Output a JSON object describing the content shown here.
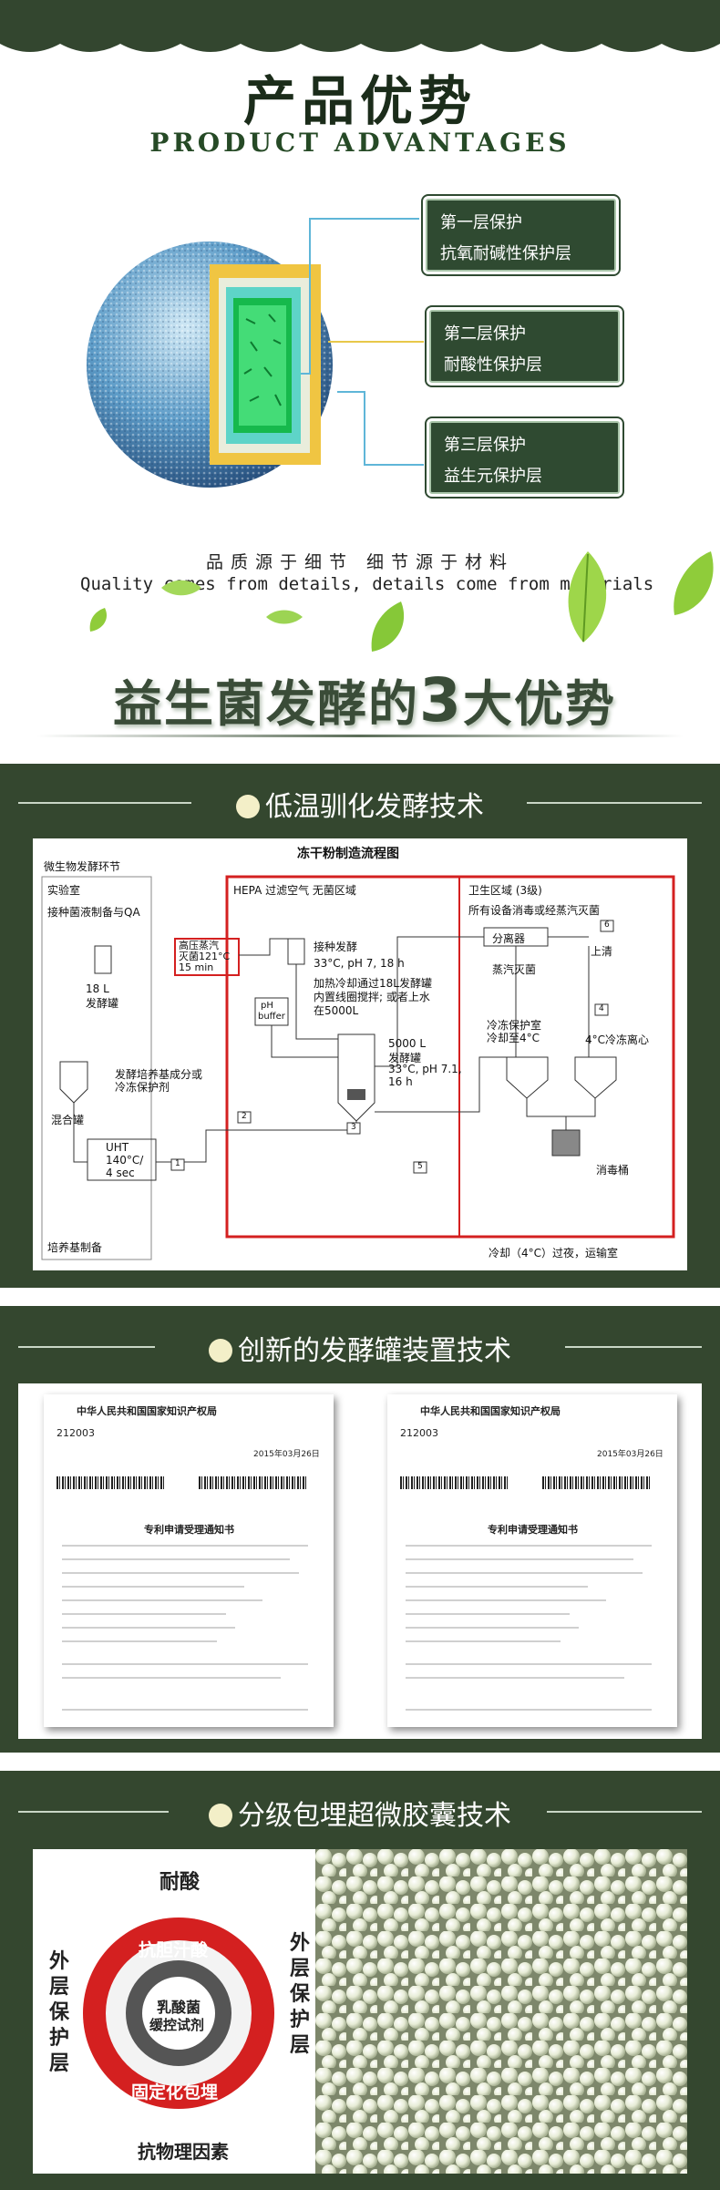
{
  "header": {
    "title_cn": "产品优势",
    "title_en": "PRODUCT ADVANTAGES"
  },
  "layers": [
    {
      "title": "第一层保护",
      "desc": "抗氧耐碱性保护层"
    },
    {
      "title": "第二层保护",
      "desc": "耐酸性保护层"
    },
    {
      "title": "第三层保护",
      "desc": "益生元保护层"
    }
  ],
  "tagline": {
    "cn": "品质源于细节  细节源于材料",
    "en": "Quality comes from details, details come from materials"
  },
  "banner": {
    "pre": "益生菌发酵的",
    "num": "3",
    "post": "大优势"
  },
  "sections": [
    {
      "title": "低温驯化发酵技术"
    },
    {
      "title": "创新的发酵罐装置技术"
    },
    {
      "title": "分级包埋超微胶囊技术"
    }
  ],
  "flowchart": {
    "title": "冻干粉制造流程图",
    "labels": {
      "env": "微生物发酵环节",
      "lab": "实验室",
      "inoc": "接种菌液制备与QA",
      "hepa": "HEPA 过滤空气   无菌区域",
      "sanit": "卫生区域 (3级)",
      "steam_all": "所有设备消毒或经蒸汽灭菌",
      "sterile": "高压蒸汽\n灭菌121°C\n15 min",
      "ferment": "接种发酵",
      "cond1": "33°C, pH 7, 18 h",
      "cool": "加热冷却通过18L发酵罐",
      "cool2": "内置线圈搅拌; 或者上水",
      "cool3": "在5000L",
      "tank18": "18 L",
      "tank18b": "发酵罐",
      "ph": "pH",
      "buffer": "buffer",
      "tank5000": "5000 L",
      "tank5000b": "发酵罐",
      "cond2": "33°C, pH 7.1,",
      "cond3": "16 h",
      "medium": "发酵培养基成分或",
      "medium2": "冷冻保护剂",
      "mixtank": "混合罐",
      "uht": "UHT",
      "uht2": "140°C/",
      "uht3": "4 sec",
      "prep": "培养基制备",
      "separator": "分离器",
      "steamster": "蒸汽灭菌",
      "upclear": "上清",
      "coldroom": "冷冻保护室",
      "coldroom2": "冷却至4°C",
      "centri": "4°C冷冻离心",
      "disinf": "消毒桶",
      "transport": "冷却（4°C）过夜，运输室",
      "n1": "1",
      "n2": "2",
      "n3": "3",
      "n4": "4",
      "n5": "5",
      "n6": "6"
    }
  },
  "certificates": {
    "authority": "中华人民共和国国家知识产权局",
    "code": "212003",
    "date": "2015年03月26日",
    "heading": "专利申请受理通知书"
  },
  "capsule": {
    "outer_left": "外层保护层",
    "outer_right": "外层保护层",
    "top": "耐酸",
    "bottom": "抗物理因素",
    "ring1": "抗胆汁酸",
    "core1": "乳酸菌",
    "core2": "缓控试剂",
    "ring3": "固定化包埋"
  },
  "colors": {
    "dark_green": "#34472f",
    "box_green": "#2f4a31",
    "accent_red": "#d42020"
  }
}
